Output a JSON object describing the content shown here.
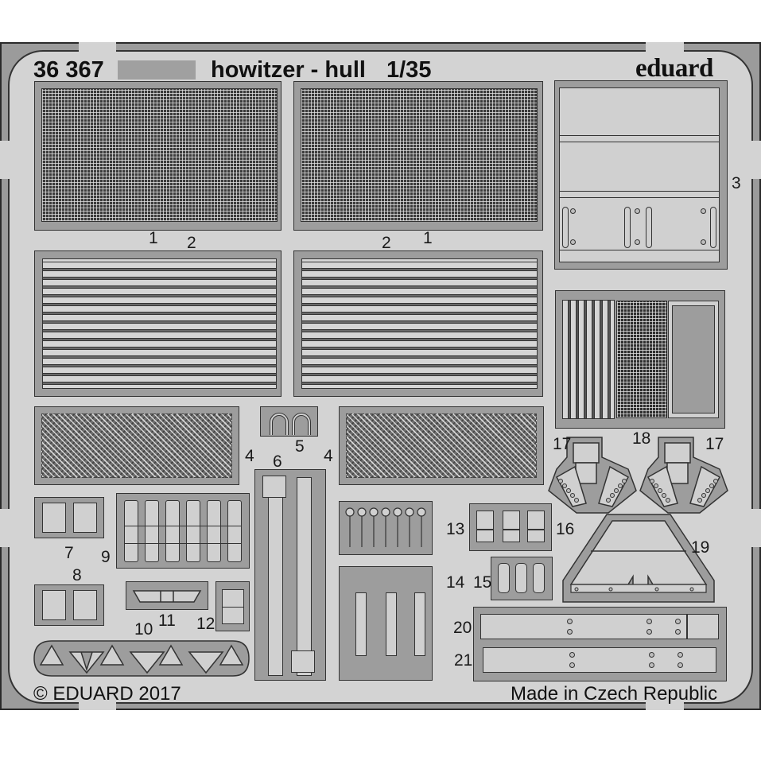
{
  "sheet": {
    "product_code": "36 367",
    "title": "howitzer - hull",
    "scale": "1/35",
    "brand": "eduard",
    "copyright": "© EDUARD 2017",
    "origin": "Made in Czech Republic",
    "redacted_name": ""
  },
  "part_labels": {
    "p1a": "1",
    "p2a": "2",
    "p2b": "2",
    "p1b": "1",
    "p3": "3",
    "p4a": "4",
    "p4b": "4",
    "p5": "5",
    "p6": "6",
    "p7": "7",
    "p8": "8",
    "p9": "9",
    "p10": "10",
    "p11": "11",
    "p12": "12",
    "p13": "13",
    "p14": "14",
    "p15": "15",
    "p16": "16",
    "p17a": "17",
    "p17b": "17",
    "p18": "18",
    "p19": "19",
    "p20": "20",
    "p21": "21"
  },
  "colors": {
    "fret_dark": "#9b9b9b",
    "plate": "#d3d3d3",
    "outline": "#333333",
    "mesh_dark": "#3a3a3a"
  }
}
